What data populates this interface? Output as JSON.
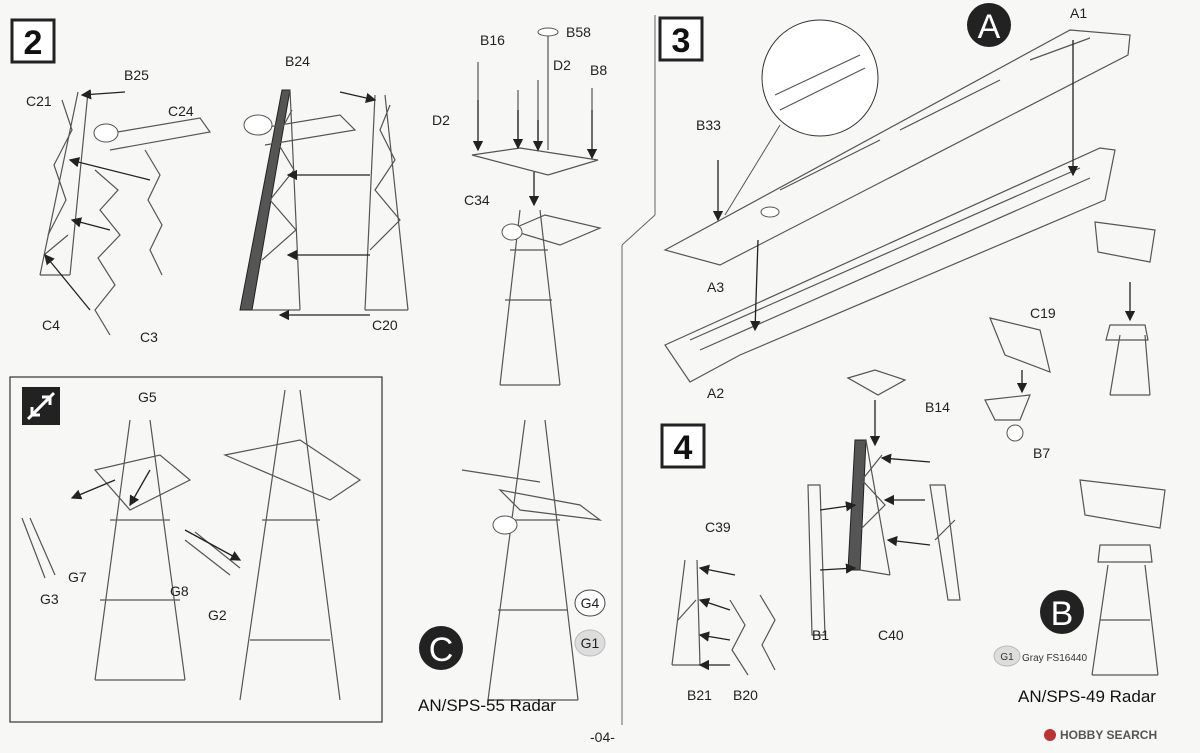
{
  "steps": [
    "2",
    "3",
    "4"
  ],
  "badges": {
    "a": "A",
    "b": "B",
    "c": "C"
  },
  "labels": [
    "B25",
    "C21",
    "C24",
    "C4",
    "C3",
    "B24",
    "C20",
    "B16",
    "B58",
    "D2",
    "B8",
    "D2",
    "C34",
    "G5",
    "G7",
    "G3",
    "G8",
    "G2",
    "A1",
    "B33",
    "A3",
    "A2",
    "C19",
    "B14",
    "B7",
    "C39",
    "B1",
    "C40",
    "B21",
    "B20"
  ],
  "colors": {
    "g4": "G4",
    "g1": "G1",
    "gray_label": "Gray FS16440"
  },
  "captions": {
    "radar_c": "AN/SPS-55 Radar",
    "radar_b": "AN/SPS-49 Radar"
  },
  "page_number": "-04-",
  "watermark": "HOBBY SEARCH"
}
